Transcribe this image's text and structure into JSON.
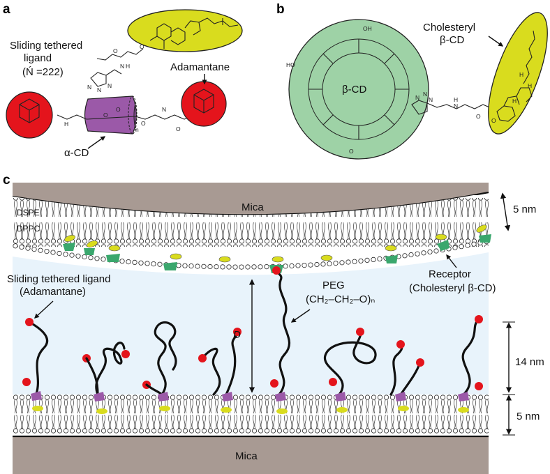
{
  "panels": {
    "a": "a",
    "b": "b",
    "c": "c"
  },
  "panel_a": {
    "sliding_tethered_ligand_line1": "Sliding tethered",
    "sliding_tethered_ligand_line2": "ligand",
    "n_value": "(Ń =222)",
    "adamantane": "Adamantane",
    "alpha_cd": "α-CD",
    "atom_labels": [
      "O",
      "H",
      "N",
      "O",
      "N",
      "N",
      "N",
      "O",
      "O",
      "O",
      "n",
      "H",
      "N",
      "O",
      "H",
      "H",
      "H",
      "H"
    ]
  },
  "panel_b": {
    "beta_cd": "β-CD",
    "cholesteryl_line1": "Cholesteryl",
    "cholesteryl_line2": "β-CD",
    "atom_labels": [
      "HO",
      "OH",
      "O",
      "N",
      "N",
      "N",
      "H",
      "N",
      "O",
      "O",
      "H",
      "H",
      "H"
    ]
  },
  "panel_c": {
    "mica_top": "Mica",
    "mica_bottom": "Mica",
    "dspe": "DSPE",
    "dppc": "DPPC",
    "dim_5nm_top": "5 nm",
    "dim_14nm": "14 nm",
    "dim_5nm_bottom": "5 nm",
    "sliding_label_line1": "Sliding tethered ligand",
    "sliding_label_line2": "(Adamantane)",
    "peg_line1": "PEG",
    "peg_line2": "(CH₂–CH₂–O)ₙ",
    "receptor_line1": "Receptor",
    "receptor_line2": "(Cholesteryl β-CD)",
    "distance_label": "D"
  },
  "colors": {
    "adamantane_red": "#e4141c",
    "alpha_cd_purple": "#9b59a8",
    "cholesterol_yellow": "#d9dc1e",
    "beta_cd_green": "#9ed2a6",
    "receptor_green": "#3aa76d",
    "mica_brown": "#a89a93",
    "solution_blue": "#e8f3fb"
  }
}
